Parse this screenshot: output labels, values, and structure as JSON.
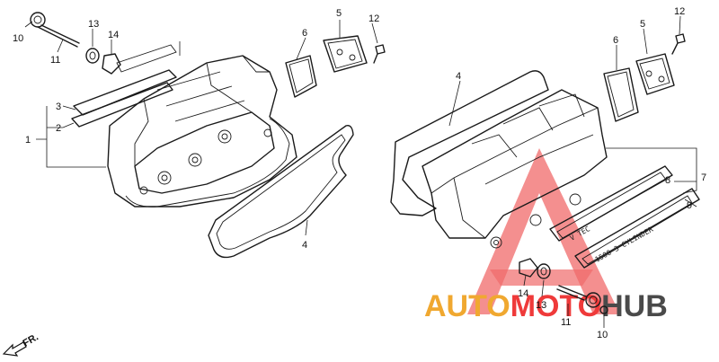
{
  "callouts": {
    "left": [
      {
        "id": "c10l",
        "text": "10"
      },
      {
        "id": "c11l",
        "text": "11"
      },
      {
        "id": "c13l",
        "text": "13"
      },
      {
        "id": "c14l",
        "text": "14"
      },
      {
        "id": "c3l",
        "text": "3"
      },
      {
        "id": "c2l",
        "text": "2"
      },
      {
        "id": "c1l",
        "text": "1"
      },
      {
        "id": "c5l",
        "text": "5"
      },
      {
        "id": "c6l",
        "text": "6"
      },
      {
        "id": "c12l",
        "text": "12"
      },
      {
        "id": "c4l",
        "text": "4"
      }
    ],
    "right": [
      {
        "id": "c4r",
        "text": "4"
      },
      {
        "id": "c12r",
        "text": "12"
      },
      {
        "id": "c5r",
        "text": "5"
      },
      {
        "id": "c6r",
        "text": "6"
      },
      {
        "id": "c7r",
        "text": "7"
      },
      {
        "id": "c8r",
        "text": "8"
      },
      {
        "id": "c9r",
        "text": "9"
      },
      {
        "id": "c14r",
        "text": "14"
      },
      {
        "id": "c13r",
        "text": "13"
      },
      {
        "id": "c11r",
        "text": "11"
      },
      {
        "id": "c10r",
        "text": "10"
      }
    ]
  },
  "emblem": {
    "top_text": "V TEC",
    "bottom_text": "1500 3 CYLINDER"
  },
  "direction": {
    "label": "FR."
  },
  "watermark": {
    "part1": "AUTO",
    "part2": "MOTO",
    "part3": "HUB",
    "color1": "#f0a830",
    "color2": "#ef3a3a",
    "color3": "#4a4a4a"
  }
}
